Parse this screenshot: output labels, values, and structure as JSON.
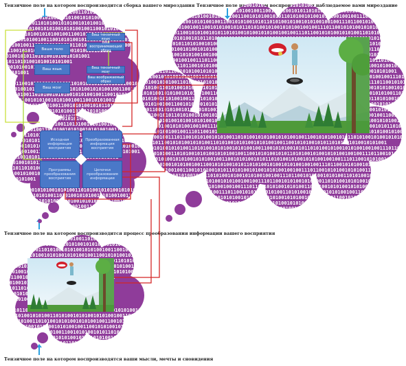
{
  "captions": {
    "top_left": "Тензичное поле на котором воспроизводится сборка вашего мироздания",
    "top_right": "Тензичное поле на котором воспроизводится наблюдаемое вами мироздание",
    "middle": "Тензичное поле на котором воспроизводится процесс преобразования информации вашего восприятия",
    "bottom": "Тензичное поле на котором воспроизводятся ваши мысли, мечты и сновидения"
  },
  "top_cloud": {
    "left_items": [
      "Ваше тело",
      "Ваш язык",
      "Ваш мозг"
    ],
    "right_items": [
      "Ваш тензичный язык",
      "Ваш воспринимающий образ",
      "Ваш тензичный мозг",
      "Ваш воображаемый образ"
    ]
  },
  "mid_cloud": {
    "boxes": [
      "Исходная информация восприятия",
      "Преобразованная информация восприятия",
      "Программы преобразования восприятия",
      "Цепочки преобразования информации"
    ]
  },
  "binary_text": "0010011101100101010010101001101010010101001010100100110010101001010110101001010010101001",
  "colors": {
    "cloud": "#8f3c9a",
    "link_red": "#d42525",
    "link_green": "#a8d83a",
    "link_lime": "#c9e03c",
    "arrow_blue": "#2aa0e0",
    "box_blue": "#4a78c8"
  }
}
